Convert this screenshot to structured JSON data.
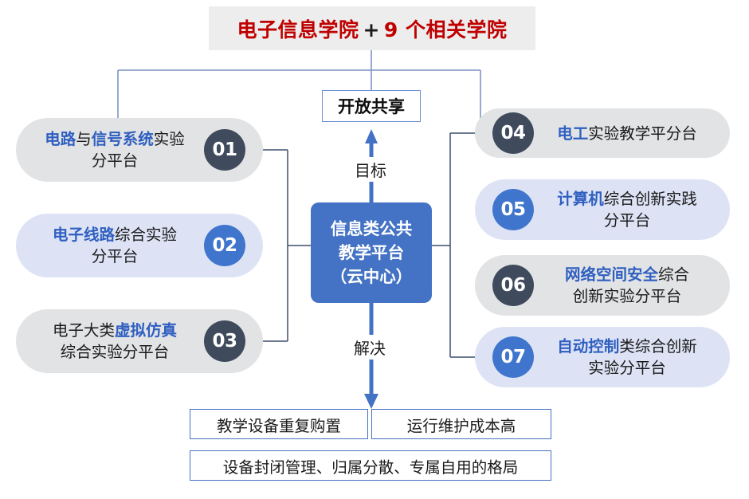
{
  "header": {
    "title_main": "电子信息学院",
    "title_plus": "+",
    "title_rest": "9 个相关学院",
    "accent_color": "#C00000",
    "background_color": "#EDEDED"
  },
  "center": {
    "open_share": "开放共享",
    "goal_label": "目标",
    "solve_label": "解决",
    "core_lines": [
      "信息类公共",
      "教学平台",
      "（云中心）"
    ],
    "core_color": "#4472C4"
  },
  "left_platforms": [
    {
      "number": "01",
      "badge_style": "navy",
      "pill_style": "gray",
      "line1_emph": "电路",
      "line1_mid": "与",
      "line1_emph2": "信号系统",
      "line1_tail": "实验",
      "line2": "分平台"
    },
    {
      "number": "02",
      "badge_style": "blue",
      "pill_style": "lblue",
      "line1_emph": "电子线路",
      "line1_tail": "综合实验",
      "line2": "分平台"
    },
    {
      "number": "03",
      "badge_style": "navy",
      "pill_style": "gray",
      "line1_head": "电子大类",
      "line1_emph": "虚拟仿真",
      "line2": "综合实验分平台"
    }
  ],
  "right_platforms": [
    {
      "number": "04",
      "badge_style": "navy",
      "pill_style": "gray",
      "line1_emph": "电工",
      "line1_tail": "实验教学平分台",
      "line2": ""
    },
    {
      "number": "05",
      "badge_style": "blue",
      "pill_style": "lblue",
      "line1_emph": "计算机",
      "line1_tail": "综合创新实践",
      "line2": "分平台"
    },
    {
      "number": "06",
      "badge_style": "navy",
      "pill_style": "gray",
      "line1_emph": "网络空间安全",
      "line1_tail": "综合",
      "line2": "创新实验分平台"
    },
    {
      "number": "07",
      "badge_style": "blue",
      "pill_style": "lblue",
      "line1_emph": "自动控制",
      "line1_tail": "类综合创新",
      "line2": "实验分平台"
    }
  ],
  "problems": [
    "教学设备重复购置",
    "运行维护成本高",
    "设备封闭管理、归属分散、专属自用的格局"
  ],
  "colors": {
    "badge_navy": "#3F4A5C",
    "badge_blue": "#3F75CD",
    "pill_gray": "#E2E3E5",
    "pill_light_blue": "#DDE3F5",
    "emphasis_text": "#2F5FC0",
    "connector": "#7D94C4",
    "arrow": "#4472C4"
  }
}
